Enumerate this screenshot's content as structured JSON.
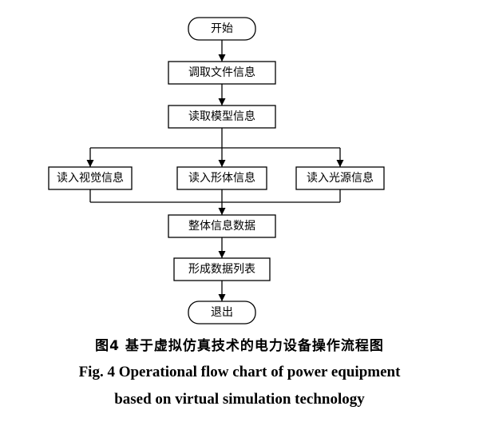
{
  "diagram": {
    "start": "开始",
    "read_file": "调取文件信息",
    "read_model": "读取模型信息",
    "read_visual": "读入视觉信息",
    "read_shape": "读入形体信息",
    "read_light": "读入光源信息",
    "merge_data": "整体信息数据",
    "data_list": "形成数据列表",
    "end": "退出"
  },
  "caption": {
    "zh": "图4  基于虚拟仿真技术的电力设备操作流程图",
    "en_line1": "Fig. 4  Operational flow chart of power equipment",
    "en_line2": "based on virtual simulation technology"
  }
}
